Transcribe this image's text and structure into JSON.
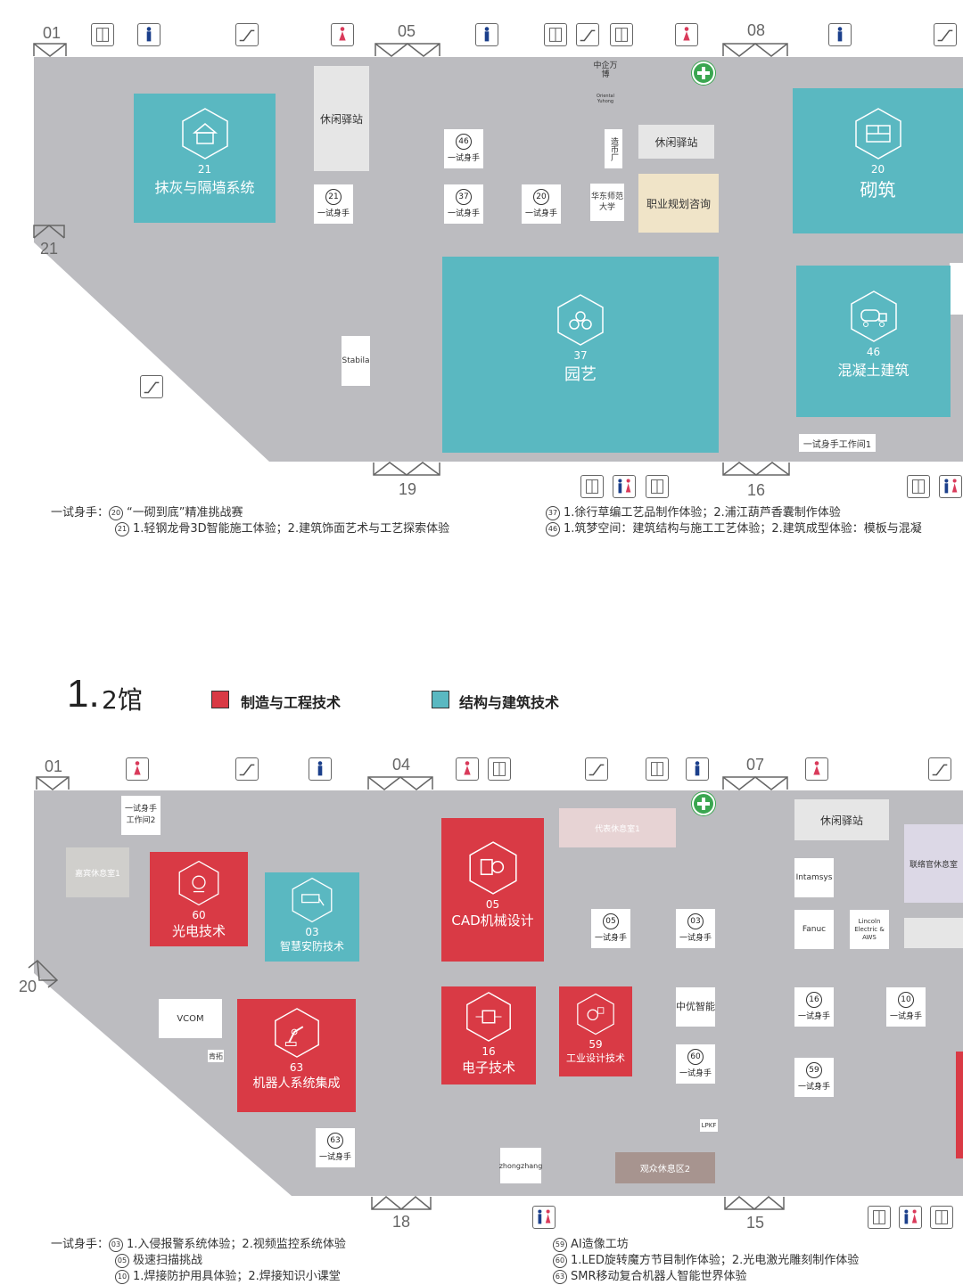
{
  "top_map": {
    "gates": [
      "01",
      "05",
      "08",
      "21",
      "19",
      "16"
    ],
    "zones": [
      {
        "num": "21",
        "label": "抹灰与隔墙系统"
      },
      {
        "num": "20",
        "label": "砌筑"
      },
      {
        "num": "37",
        "label": "园艺"
      },
      {
        "num": "46",
        "label": "混凝土建筑"
      }
    ],
    "try_label": "一试身手",
    "try_nums": [
      "46",
      "21",
      "37",
      "20"
    ],
    "rest1": "休闲驿站",
    "rest2": "休闲驿站",
    "career": "职业规划咨询",
    "stabila": "Stabila",
    "zhongqi": "中企万博",
    "oriental": "Oriental Yuhong",
    "zaobi": "造币厂",
    "huadong": "华东师范大学",
    "workshop": "一试身手工作间1",
    "notes_left_title": "一试身手：",
    "notes_left": [
      {
        "n": "20",
        "t": "“一砌到底”精准挑战赛"
      },
      {
        "n": "21",
        "t": "1.轻钢龙骨3D智能施工体验；2.建筑饰面艺术与工艺探索体验"
      }
    ],
    "notes_right": [
      {
        "n": "37",
        "t": "1.徐行草编工艺品制作体验；2.浦江葫芦香囊制作体验"
      },
      {
        "n": "46",
        "t": "1.筑梦空间：建筑结构与施工工艺体验；2.建筑成型体验：模板与混凝"
      }
    ]
  },
  "hall": {
    "title_num": "1.",
    "title_rest": "2馆",
    "legend": [
      {
        "label": "制造与工程技术",
        "color": "#d93a45"
      },
      {
        "label": "结构与建筑技术",
        "color": "#5ab8c1"
      }
    ]
  },
  "bottom_map": {
    "gates": [
      "01",
      "04",
      "07",
      "20",
      "18",
      "15"
    ],
    "zones": [
      {
        "num": "60",
        "label": "光电技术"
      },
      {
        "num": "03",
        "label": "智慧安防技术"
      },
      {
        "num": "05",
        "label": "CAD机械设计"
      },
      {
        "num": "63",
        "label": "机器人系统集成"
      },
      {
        "num": "16",
        "label": "电子技术"
      },
      {
        "num": "59",
        "label": "工业设计技术"
      }
    ],
    "try_label": "一试身手",
    "try_nums": [
      "05",
      "03",
      "60",
      "16",
      "10",
      "59",
      "63"
    ],
    "workshop2a": "一试身手",
    "workshop2b": "工作间2",
    "guest_rest": "嘉宾休息室1",
    "rep_rest": "代表休息室1",
    "rest": "休闲驿站",
    "liaison": "联络官休息室",
    "intamsys": "Intamsys",
    "fanuc": "Fanuc",
    "lincoln": "Lincoln Electric & AWS",
    "zhongyou": "中优智能",
    "vcom": "VCOM",
    "kentuo": "肯拓",
    "lpkf": "LPKF",
    "zhongzhang": "zhongzhang",
    "audience": "观众休息区2",
    "notes_left_title": "一试身手：",
    "notes_left": [
      {
        "n": "03",
        "t": "1.入侵报警系统体验；2.视频监控系统体验"
      },
      {
        "n": "05",
        "t": "极速扫描挑战"
      },
      {
        "n": "10",
        "t": "1.焊接防护用具体验；2.焊接知识小课堂"
      }
    ],
    "notes_right": [
      {
        "n": "59",
        "t": "AI造像工坊"
      },
      {
        "n": "60",
        "t": "1.LED旋转魔方节目制作体验；2.光电激光雕刻制作体验"
      },
      {
        "n": "63",
        "t": "SMR移动复合机器人智能世界体验"
      }
    ]
  }
}
